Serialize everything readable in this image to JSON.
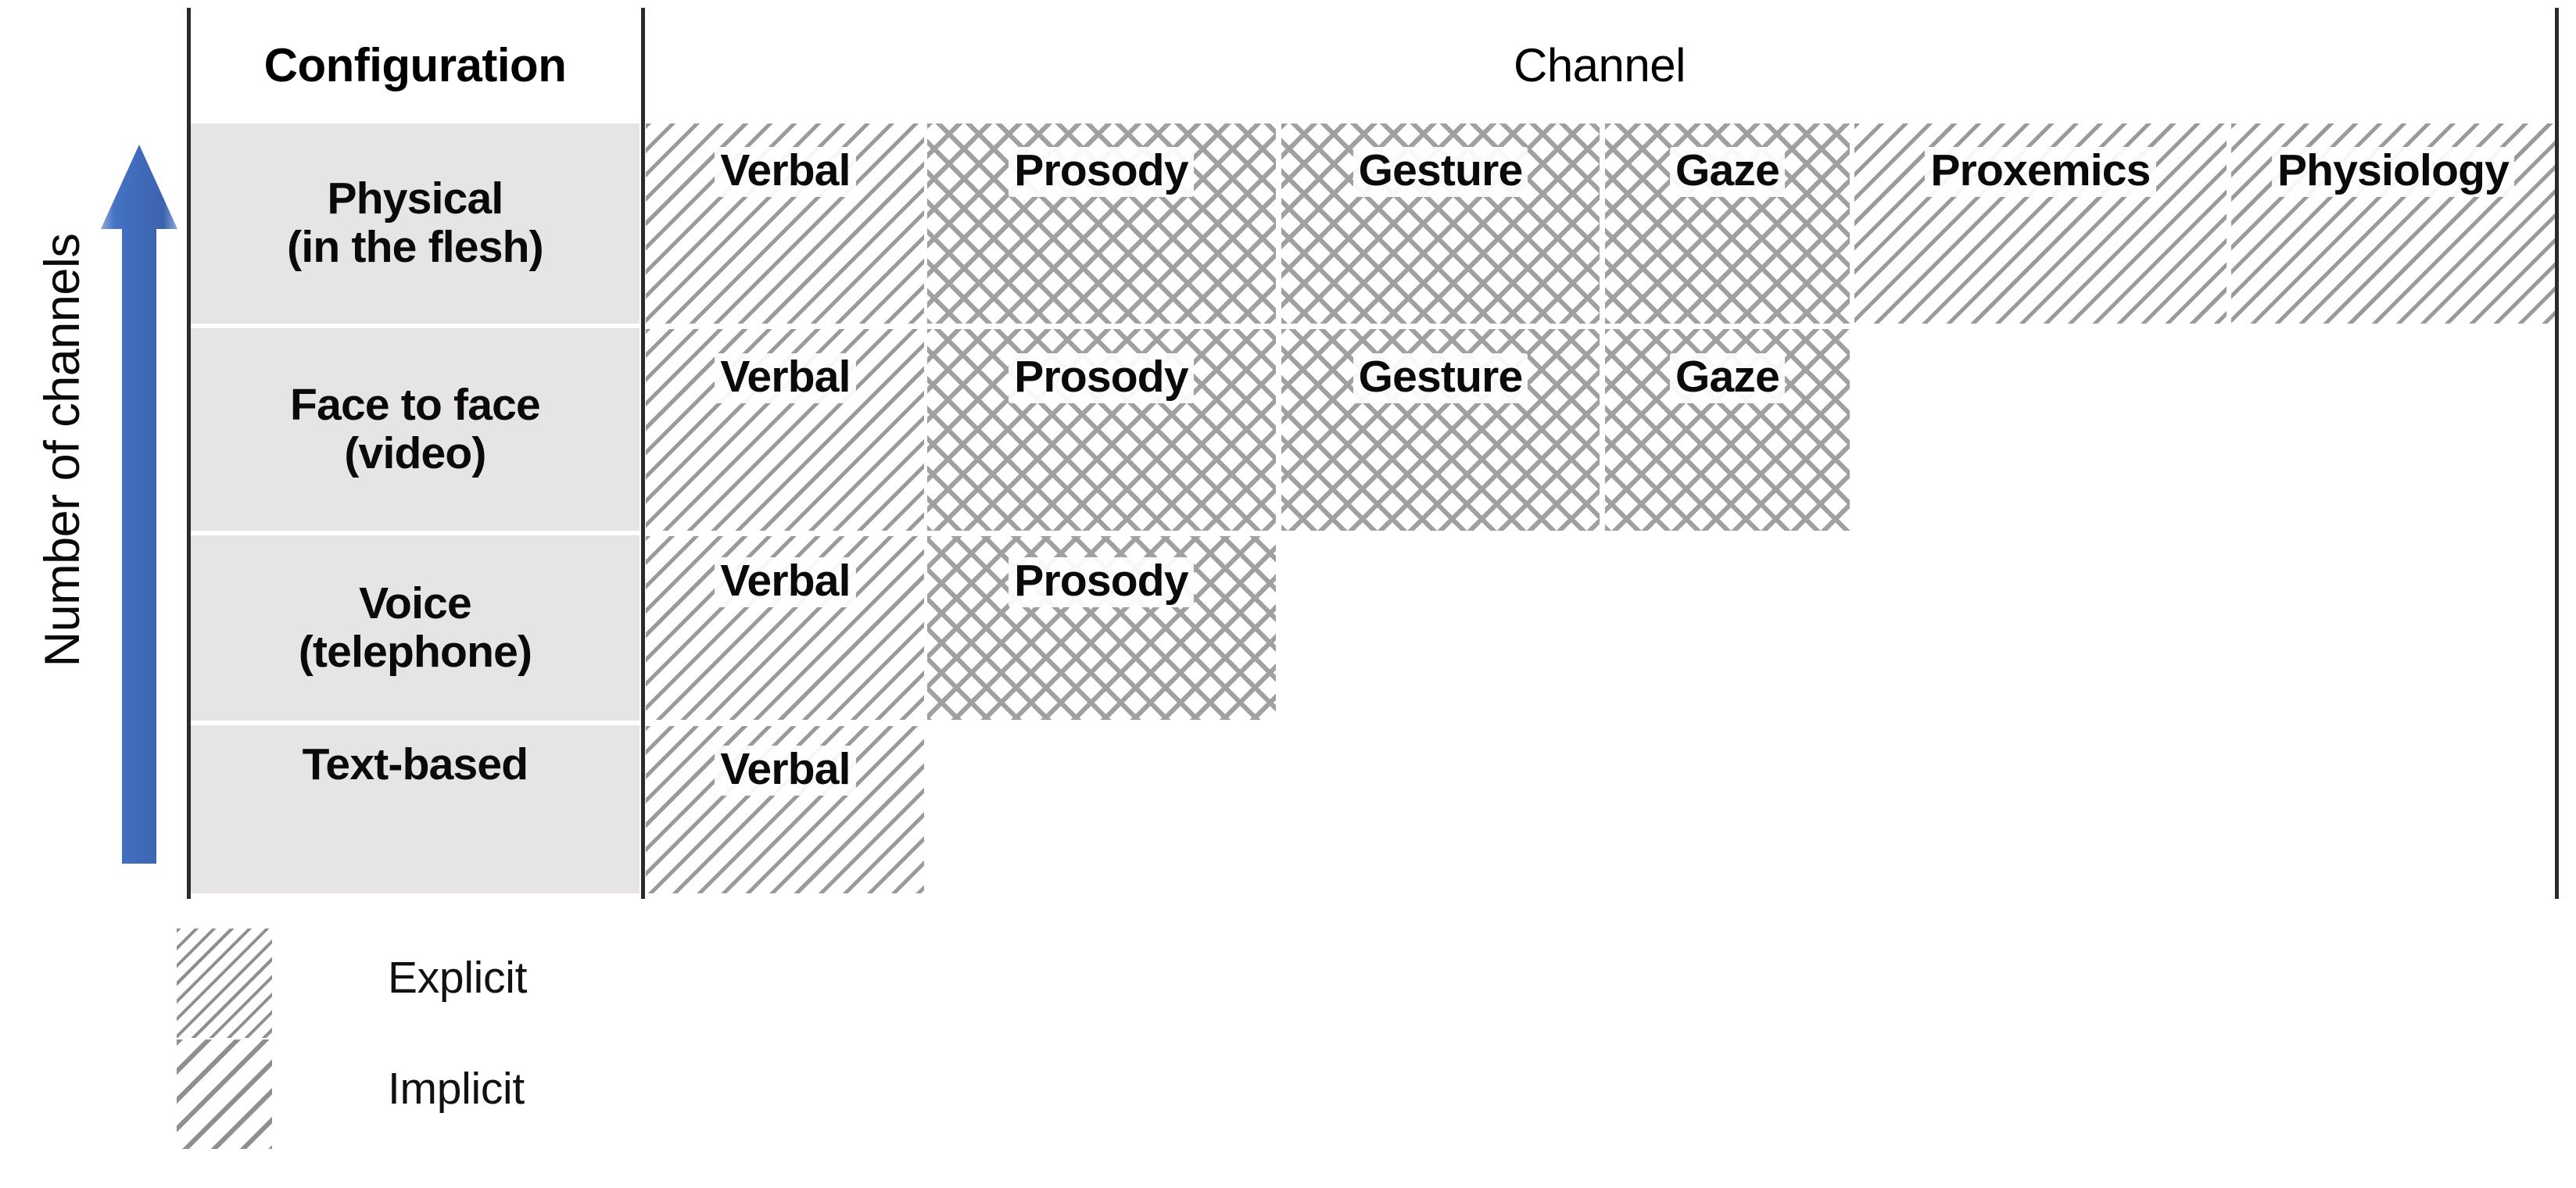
{
  "axis": {
    "label": "Number of channels",
    "arrow_direction": "up",
    "arrow_color": "#4472C4"
  },
  "table": {
    "header": {
      "configuration": "Configuration",
      "channel": "Channel"
    },
    "row_label_bg": "#E6E4E4",
    "rows": [
      {
        "configuration": "Physical\n(in the flesh)",
        "config_line1": "Physical",
        "config_line2": "(in the flesh)",
        "channels": [
          {
            "label": "Verbal",
            "type": "explicit"
          },
          {
            "label": "Prosody",
            "type": "implicit"
          },
          {
            "label": "Gesture",
            "type": "implicit"
          },
          {
            "label": "Gaze",
            "type": "implicit"
          },
          {
            "label": "Proxemics",
            "type": "explicit"
          },
          {
            "label": "Physiology",
            "type": "explicit"
          }
        ]
      },
      {
        "configuration": "Face to face\n(video)",
        "config_line1": "Face to face",
        "config_line2": "(video)",
        "channels": [
          {
            "label": "Verbal",
            "type": "explicit"
          },
          {
            "label": "Prosody",
            "type": "implicit"
          },
          {
            "label": "Gesture",
            "type": "implicit"
          },
          {
            "label": "Gaze",
            "type": "implicit"
          }
        ]
      },
      {
        "configuration": "Voice\n(telephone)",
        "config_line1": "Voice",
        "config_line2": "(telephone)",
        "channels": [
          {
            "label": "Verbal",
            "type": "explicit"
          },
          {
            "label": "Prosody",
            "type": "implicit"
          }
        ]
      },
      {
        "configuration": "Text-based",
        "config_line1": "Text-based",
        "config_line2": "",
        "channels": [
          {
            "label": "Verbal",
            "type": "explicit"
          }
        ]
      }
    ]
  },
  "legend": {
    "items": [
      {
        "label": "Explicit",
        "pattern": "diagonal-fine"
      },
      {
        "label": "Implicit",
        "pattern": "diagonal-coarse"
      }
    ]
  },
  "colors": {
    "hatch": "#9A9A9A",
    "border": "#2B2B2B",
    "row_label_bg": "#E6E4E4",
    "accent_blue": "#4472C4"
  }
}
